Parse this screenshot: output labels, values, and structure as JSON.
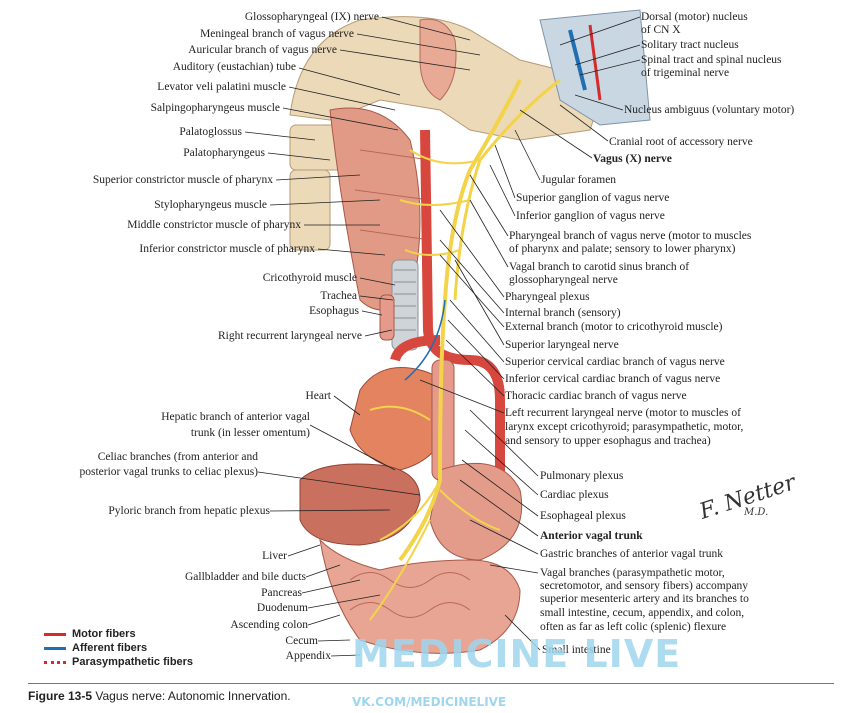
{
  "labels_left": [
    {
      "id": "glossopharyngeal",
      "text": "Glossopharyngeal (IX) nerve"
    },
    {
      "id": "meningeal",
      "text": "Meningeal branch of vagus nerve"
    },
    {
      "id": "auricular",
      "text": "Auricular branch of vagus nerve"
    },
    {
      "id": "auditory",
      "text": "Auditory (eustachian) tube"
    },
    {
      "id": "levator",
      "text": "Levator veli palatini muscle"
    },
    {
      "id": "salpingo",
      "text": "Salpingopharyngeus muscle"
    },
    {
      "id": "palatoglossus",
      "text": "Palatoglossus"
    },
    {
      "id": "palatopharyngeus",
      "text": "Palatopharyngeus"
    },
    {
      "id": "sup_constrictor",
      "text": "Superior constrictor muscle of pharynx"
    },
    {
      "id": "stylopharyngeus",
      "text": "Stylopharyngeus muscle"
    },
    {
      "id": "mid_constrictor",
      "text": "Middle constrictor muscle of pharynx"
    },
    {
      "id": "inf_constrictor",
      "text": "Inferior constrictor muscle of pharynx"
    },
    {
      "id": "cricothyroid",
      "text": "Cricothyroid muscle"
    },
    {
      "id": "trachea",
      "text": "Trachea"
    },
    {
      "id": "esophagus",
      "text": "Esophagus"
    },
    {
      "id": "right_recurrent",
      "text": "Right recurrent laryngeal nerve"
    },
    {
      "id": "heart",
      "text": "Heart"
    },
    {
      "id": "hepatic1",
      "text": "Hepatic branch of anterior vagal"
    },
    {
      "id": "hepatic2",
      "text": "trunk (in lesser omentum)"
    },
    {
      "id": "celiac1",
      "text": "Celiac branches (from anterior and"
    },
    {
      "id": "celiac2",
      "text": "posterior vagal trunks to celiac plexus)"
    },
    {
      "id": "pyloric",
      "text": "Pyloric branch from hepatic plexus"
    },
    {
      "id": "liver",
      "text": "Liver"
    },
    {
      "id": "gallbladder",
      "text": "Gallbladder and bile ducts"
    },
    {
      "id": "pancreas",
      "text": "Pancreas"
    },
    {
      "id": "duodenum",
      "text": "Duodenum"
    },
    {
      "id": "ascending",
      "text": "Ascending colon"
    },
    {
      "id": "cecum",
      "text": "Cecum"
    },
    {
      "id": "appendix",
      "text": "Appendix"
    }
  ],
  "labels_right": [
    {
      "id": "dorsal1",
      "text": "Dorsal (motor) nucleus"
    },
    {
      "id": "dorsal2",
      "text": "of CN X"
    },
    {
      "id": "solitary",
      "text": "Solitary tract nucleus"
    },
    {
      "id": "spinal1",
      "text": "Spinal tract and spinal nucleus"
    },
    {
      "id": "spinal2",
      "text": "of trigeminal nerve"
    },
    {
      "id": "ambiguus",
      "text": "Nucleus ambiguus (voluntary motor)"
    },
    {
      "id": "cranial_root",
      "text": "Cranial root of accessory nerve"
    },
    {
      "id": "vagus",
      "text": "Vagus (X) nerve"
    },
    {
      "id": "jugular",
      "text": "Jugular foramen"
    },
    {
      "id": "sup_ganglion",
      "text": "Superior ganglion of vagus nerve"
    },
    {
      "id": "inf_ganglion",
      "text": "Inferior ganglion of vagus nerve"
    },
    {
      "id": "pharyngeal1",
      "text": "Pharyngeal branch of vagus nerve (motor to muscles"
    },
    {
      "id": "pharyngeal2",
      "text": "of pharynx and palate; sensory to lower pharynx)"
    },
    {
      "id": "carotid1",
      "text": "Vagal branch to carotid sinus branch of"
    },
    {
      "id": "carotid2",
      "text": "glossopharyngeal nerve"
    },
    {
      "id": "phar_plexus",
      "text": "Pharyngeal plexus"
    },
    {
      "id": "internal",
      "text": "Internal branch (sensory)"
    },
    {
      "id": "external",
      "text": "External branch (motor to cricothyroid muscle)"
    },
    {
      "id": "sup_laryngeal",
      "text": "Superior laryngeal nerve"
    },
    {
      "id": "sup_cardiac",
      "text": "Superior cervical cardiac branch of vagus nerve"
    },
    {
      "id": "inf_cardiac",
      "text": "Inferior cervical cardiac branch of vagus nerve"
    },
    {
      "id": "thoracic",
      "text": "Thoracic cardiac branch of vagus nerve"
    },
    {
      "id": "left_rec1",
      "text": "Left recurrent laryngeal nerve (motor to muscles of"
    },
    {
      "id": "left_rec2",
      "text": "larynx except cricothyroid; parasympathetic, motor,"
    },
    {
      "id": "left_rec3",
      "text": "and sensory to upper esophagus and trachea)"
    },
    {
      "id": "pulmonary",
      "text": "Pulmonary plexus"
    },
    {
      "id": "cardiac",
      "text": "Cardiac plexus"
    },
    {
      "id": "esoph_plexus",
      "text": "Esophageal plexus"
    },
    {
      "id": "anterior_trunk",
      "text": "Anterior vagal trunk"
    },
    {
      "id": "gastric",
      "text": "Gastric branches of anterior vagal trunk"
    },
    {
      "id": "vagal_br1",
      "text": "Vagal branches (parasympathetic motor,"
    },
    {
      "id": "vagal_br2",
      "text": "secretomotor, and sensory fibers) accompany"
    },
    {
      "id": "vagal_br3",
      "text": "superior mesenteric artery and its branches to"
    },
    {
      "id": "vagal_br4",
      "text": "small intestine, cecum, appendix, and colon,"
    },
    {
      "id": "vagal_br5",
      "text": "often as far as left colic (splenic) flexure"
    },
    {
      "id": "small_int",
      "text": "Small intestine"
    }
  ],
  "legend": [
    {
      "label": "Motor fibers",
      "color": "#d62b2b",
      "style": "solid"
    },
    {
      "label": "Afferent fibers",
      "color": "#1f6fb3",
      "style": "solid"
    },
    {
      "label": "Parasympathetic fibers",
      "color": "#d62b2b",
      "style": "dotted"
    }
  ],
  "caption": {
    "figure": "Figure 13-5",
    "text": "Vagus nerve: Autonomic Innervation."
  },
  "watermark": {
    "line1": "MEDICINE LIVE",
    "line2": "VK.COM/MEDICINELIVE"
  },
  "signature": {
    "name": "F. Netter",
    "suffix": "M.D."
  },
  "colors": {
    "nerve": "#f3d34a",
    "artery": "#d8473e",
    "tissue": "#e9a99a",
    "bone": "#ecd9b8",
    "brainstem": "#c9d7e3"
  }
}
